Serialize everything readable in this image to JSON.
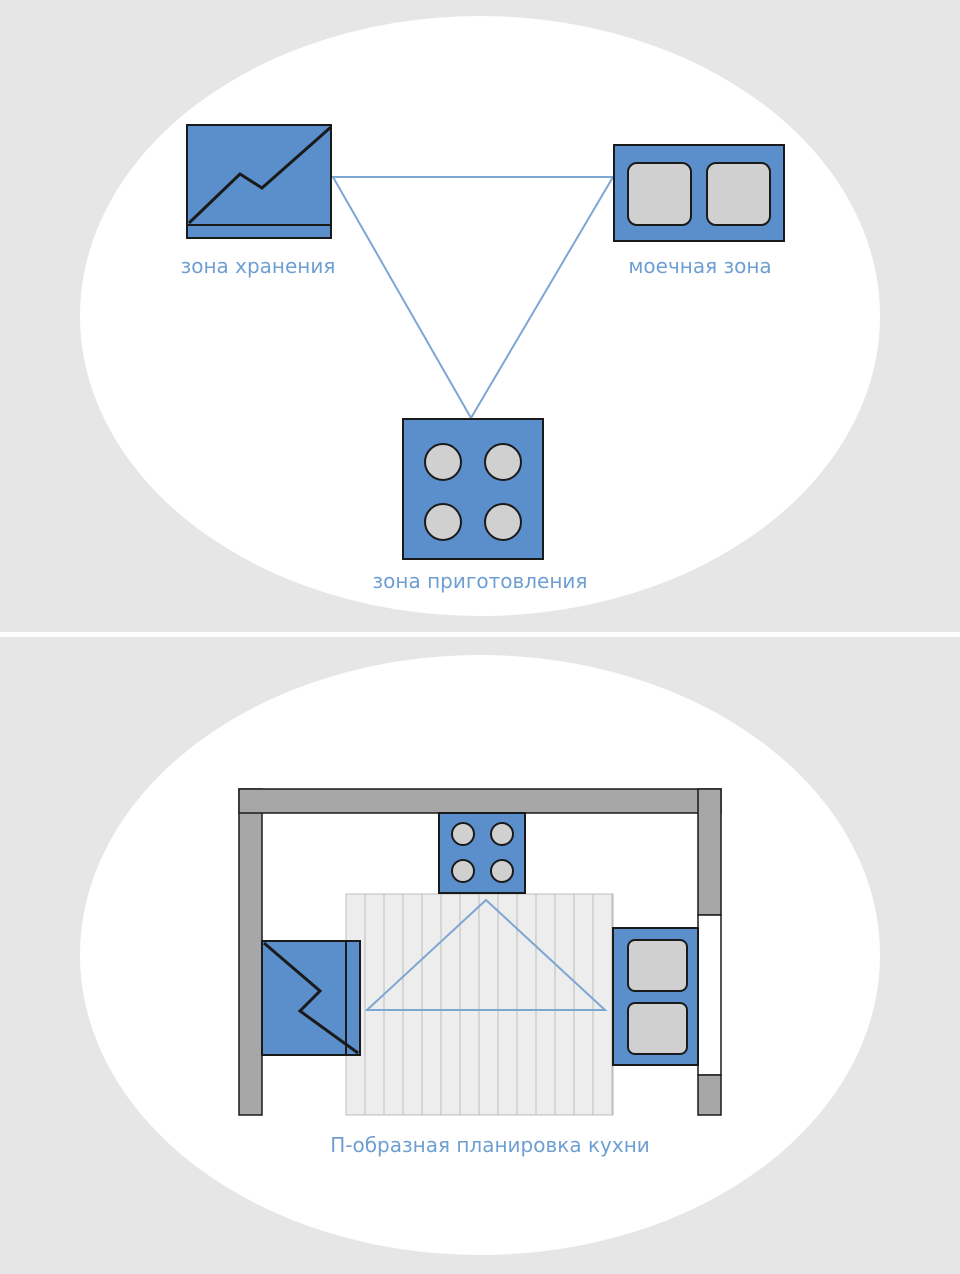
{
  "colors": {
    "background": "#e6e6e6",
    "ellipse": "#ffffff",
    "fixture_blue": "#5b8fcb",
    "fixture_gray": "#d0d0d0",
    "outline": "#1a1a1a",
    "triangle_line": "#7ea6d3",
    "label_text": "#6e9fd2",
    "wall": "#a7a7a7",
    "floor": "#ededed",
    "floor_line": "#bdbdbd"
  },
  "top_diagram": {
    "labels": {
      "storage": "зона хранения",
      "washing": "моечная зона",
      "cooking": "зона приготовления"
    },
    "icons": {
      "storage": "fridge-icon",
      "washing": "double-sink-icon",
      "cooking": "four-burner-stove-icon"
    }
  },
  "bottom_diagram": {
    "caption": "П-образная планировка кухни",
    "icons": {
      "stove": "stove-icon",
      "sink": "sink-icon",
      "fridge": "fridge-icon"
    }
  }
}
